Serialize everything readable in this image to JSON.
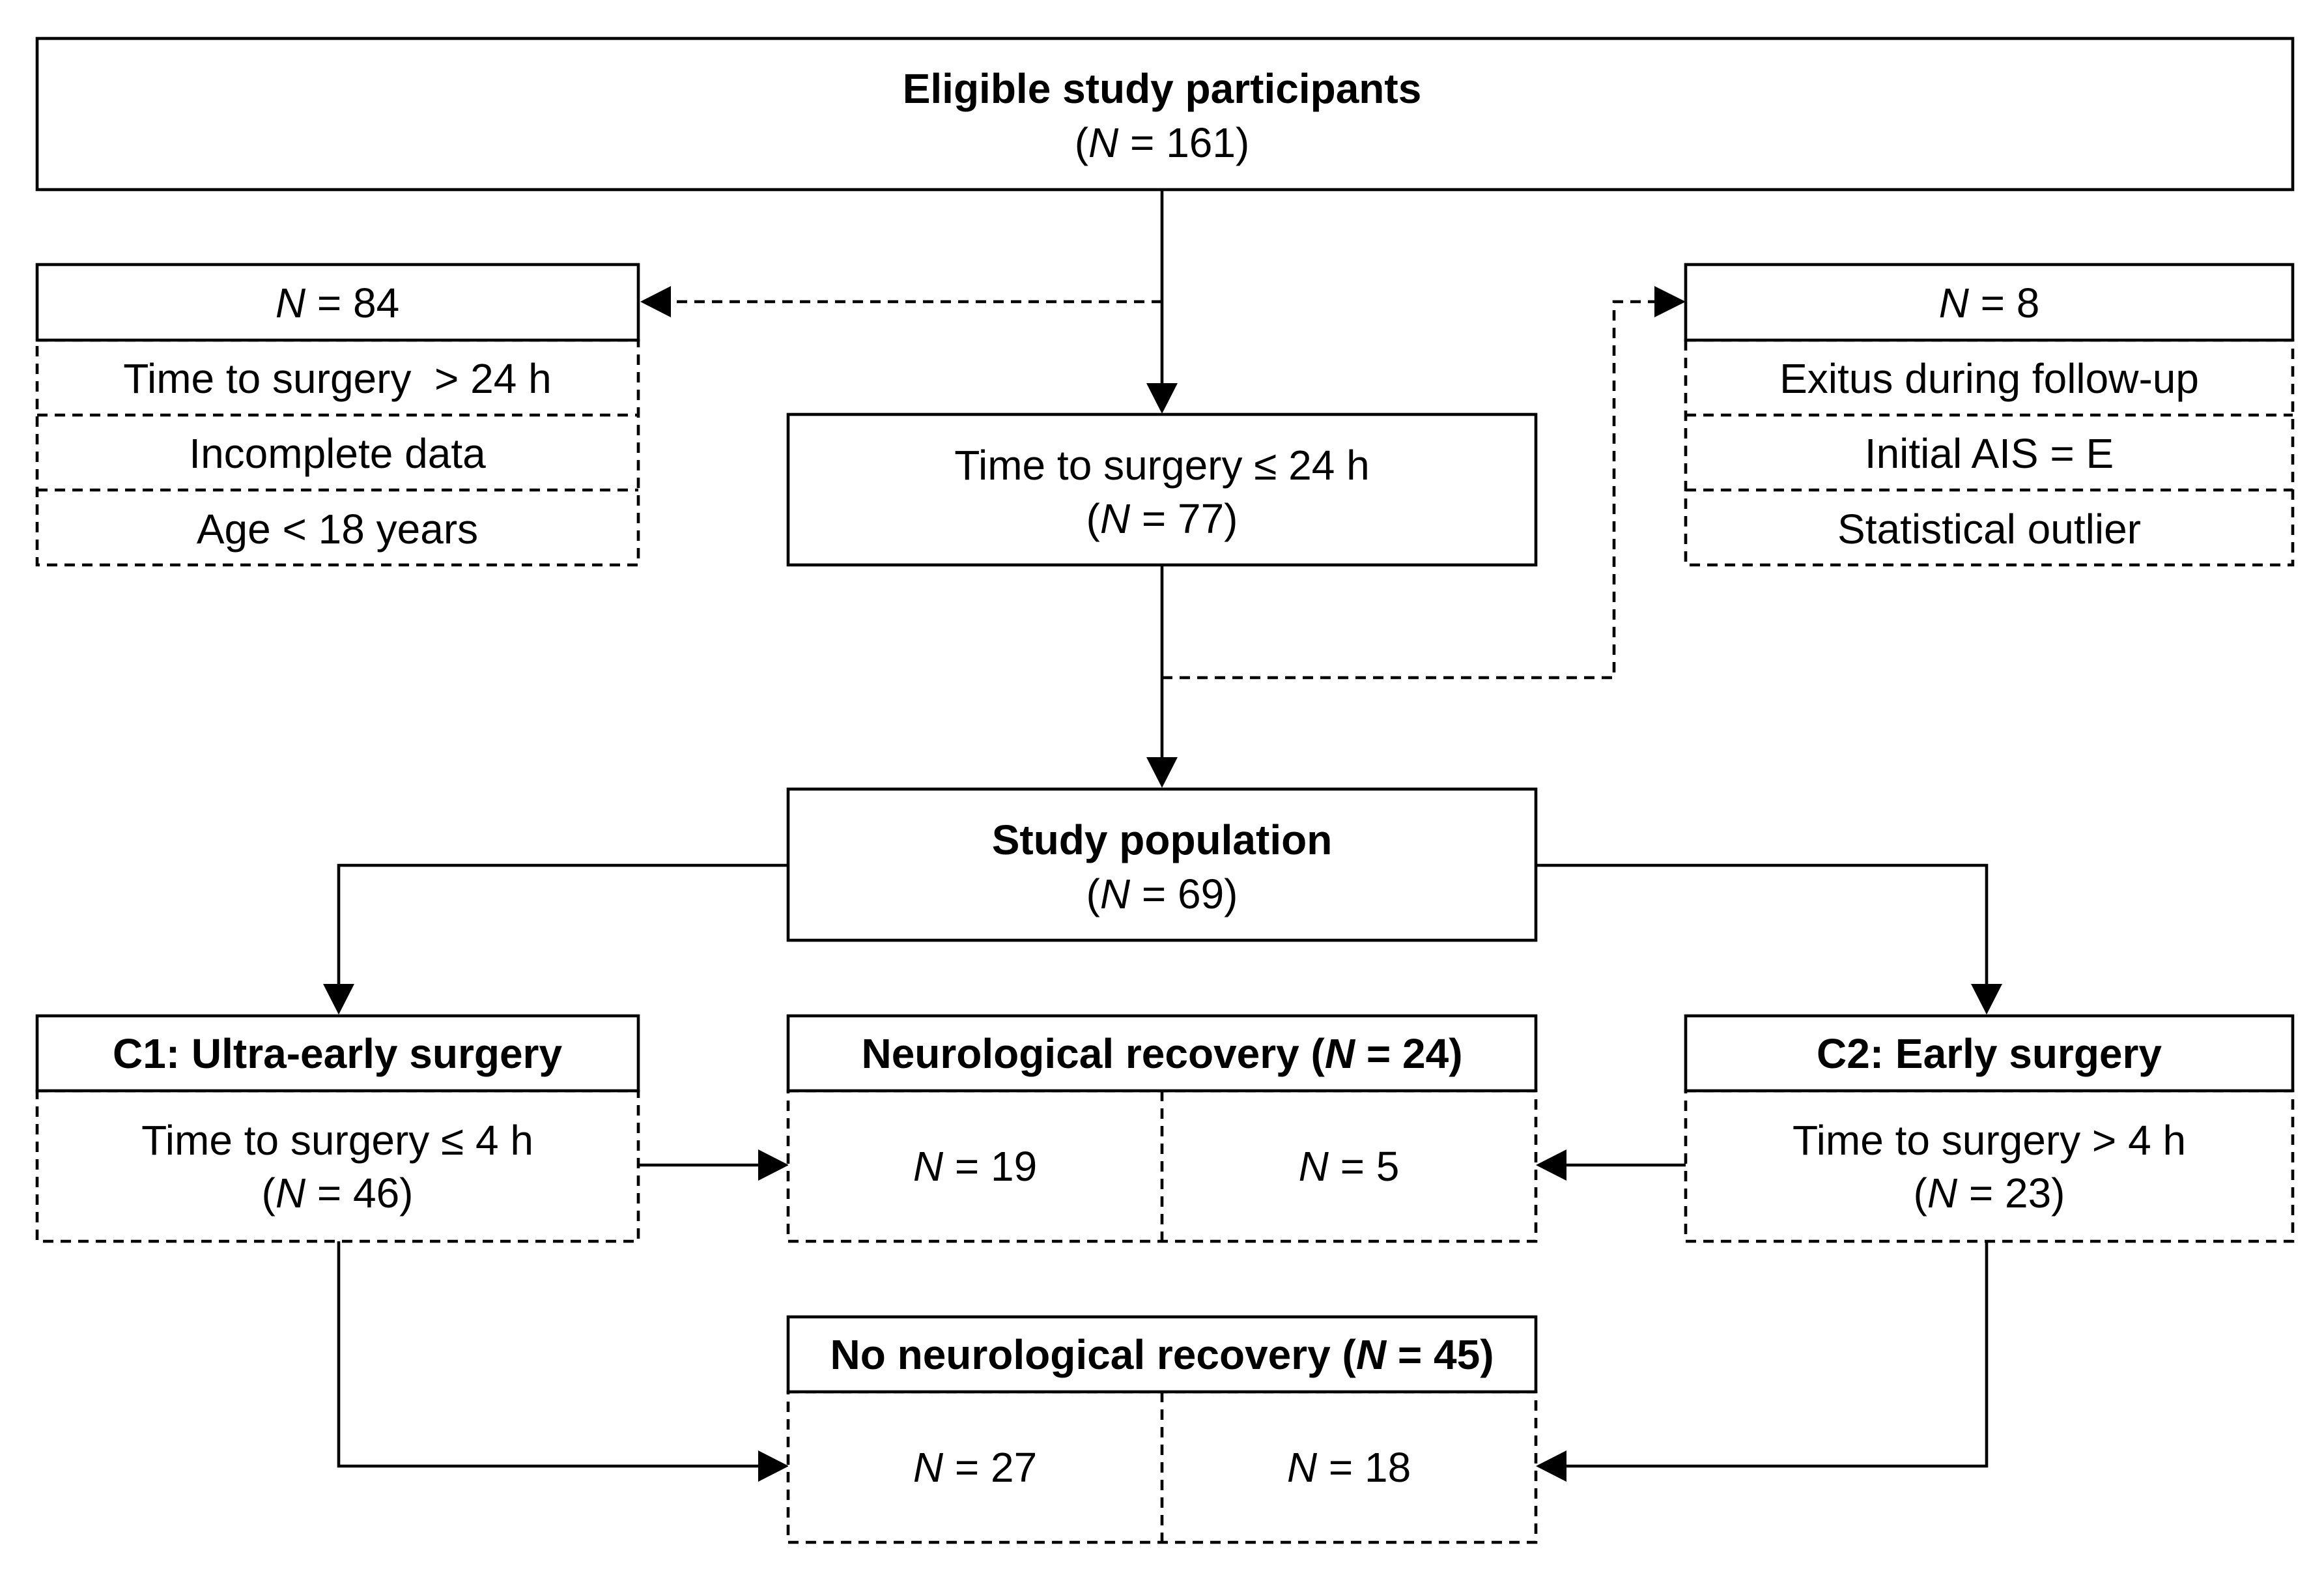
{
  "top": {
    "title": "Eligible study participants",
    "n": "161"
  },
  "excluded_left": {
    "n": "84",
    "rows": [
      "Time to surgery  > 24 h",
      "Incomplete data",
      "Age < 18 years"
    ]
  },
  "time_box": {
    "title": "Time to surgery ≤ 24 h",
    "n": "77"
  },
  "excluded_right": {
    "n": "8",
    "rows": [
      "Exitus during follow-up",
      "Initial AIS = E",
      "Statistical outlier"
    ]
  },
  "study_pop": {
    "title": "Study population",
    "n": "69"
  },
  "c1": {
    "title": "C1: Ultra-early surgery",
    "line1": "Time to surgery ≤ 4 h",
    "n": "46"
  },
  "c2": {
    "title": "C2: Early surgery",
    "line1": "Time to surgery > 4 h",
    "n": "23"
  },
  "neuro_recovery": {
    "title": "Neurological recovery",
    "n": "24",
    "c1_n": "19",
    "c2_n": "5"
  },
  "no_recovery": {
    "title": "No neurological recovery",
    "n": "45",
    "c1_n": "27",
    "c2_n": "18"
  },
  "symbols": {
    "n": "N",
    "eq": " = ",
    "open": "(",
    "close": ")"
  }
}
